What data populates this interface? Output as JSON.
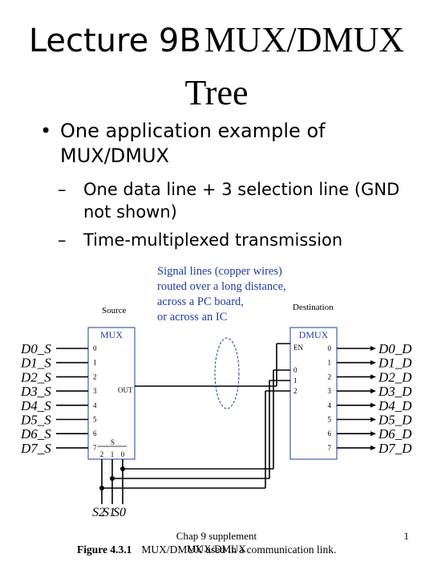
{
  "slide": {
    "title_part1": "Lecture 9B",
    "title_part2": "MUX/DMUX",
    "title_line2": "Tree",
    "bullets": [
      {
        "text": "One application example of MUX/DMUX"
      }
    ],
    "subbullets": [
      {
        "text": "One data line + 3 selection line (GND not shown)"
      },
      {
        "text": "Time-multiplexed transmission"
      }
    ],
    "footer_line1": "Chap 9 supplement",
    "footer_line2": "MUX/DMUX",
    "page_number": "1"
  },
  "figure": {
    "annotation_lines": [
      "Signal lines (copper wires)",
      "routed over a long distance,",
      "across a PC board,",
      "or across an IC"
    ],
    "source_label": "Source",
    "destination_label": "Destination",
    "mux_label": "MUX",
    "dmux_label": "DMUX",
    "en_label": "EN",
    "out_label": "OUT",
    "s_label": "S",
    "sel_pins": [
      "2",
      "1",
      "0"
    ],
    "input_pins": [
      "0",
      "1",
      "2",
      "3",
      "4",
      "5",
      "6",
      "7"
    ],
    "dmux_select_pins": [
      "0",
      "1",
      "2"
    ],
    "inputs": [
      "D0_S",
      "D1_S",
      "D2_S",
      "D3_S",
      "D4_S",
      "D5_S",
      "D6_S",
      "D7_S"
    ],
    "outputs": [
      "D0_D",
      "D1_D",
      "D2_D",
      "D3_D",
      "D4_D",
      "D5_D",
      "D6_D",
      "D7_D"
    ],
    "select_labels": [
      "S2",
      "S1",
      "S0"
    ],
    "caption_bold": "Figure 4.3.1",
    "caption_text": "MUX/DMUX used in a communication link.",
    "annotation_color": "#1e3ca0",
    "block_color": "#1e3ca0"
  }
}
